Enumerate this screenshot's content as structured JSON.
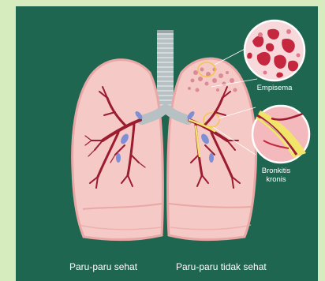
{
  "labels": {
    "healthy": "Paru-paru sehat",
    "unhealthy": "Paru-paru tidak sehat",
    "emphysema": "Empisema",
    "bronchitis_line1": "Bronkitis",
    "bronchitis_line2": "kronis"
  },
  "colors": {
    "background": "#1f6650",
    "page": "#d6ecbf",
    "lung_fill": "#f5c9c6",
    "lung_edge": "#e9a7a6",
    "airway": "#b7c1c4",
    "vessel": "#9b1b2f",
    "inflamed": "#f2e36a"
  }
}
